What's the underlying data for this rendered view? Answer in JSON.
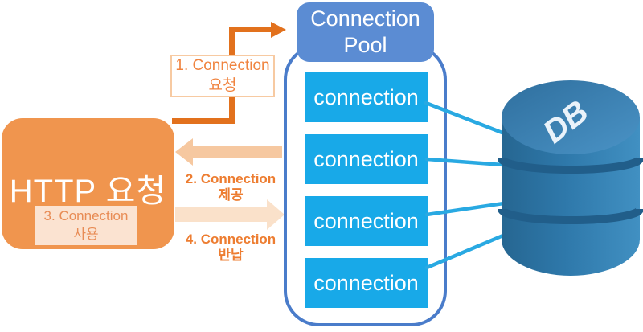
{
  "diagram": {
    "http_box": {
      "title": "HTTP 요청"
    },
    "pool": {
      "title_line1": "Connection",
      "title_line2": "Pool",
      "connections": [
        "connection",
        "connection",
        "connection",
        "connection"
      ]
    },
    "database": {
      "label": "DB"
    },
    "steps": [
      {
        "num_line": "1. Connection",
        "action": "요청"
      },
      {
        "num_line": "2. Connection",
        "action": "제공"
      },
      {
        "num_line": "3. Connection",
        "action": "사용"
      },
      {
        "num_line": "4. Connection",
        "action": "반납"
      }
    ],
    "colors": {
      "http_orange": "#f0954e",
      "request_arrow_orange": "#e2711d",
      "provide_arrow_peach": "#f6c8a0",
      "return_arrow_pale": "#fae1ca",
      "label_orange": "#ed7d31",
      "pool_border_blue": "#4a7cca",
      "pool_header_blue": "#5b8cd3",
      "connection_cyan": "#18a9e8",
      "connector_line_blue": "#29a9e2",
      "db_body_blue": "#2e78aa"
    }
  }
}
